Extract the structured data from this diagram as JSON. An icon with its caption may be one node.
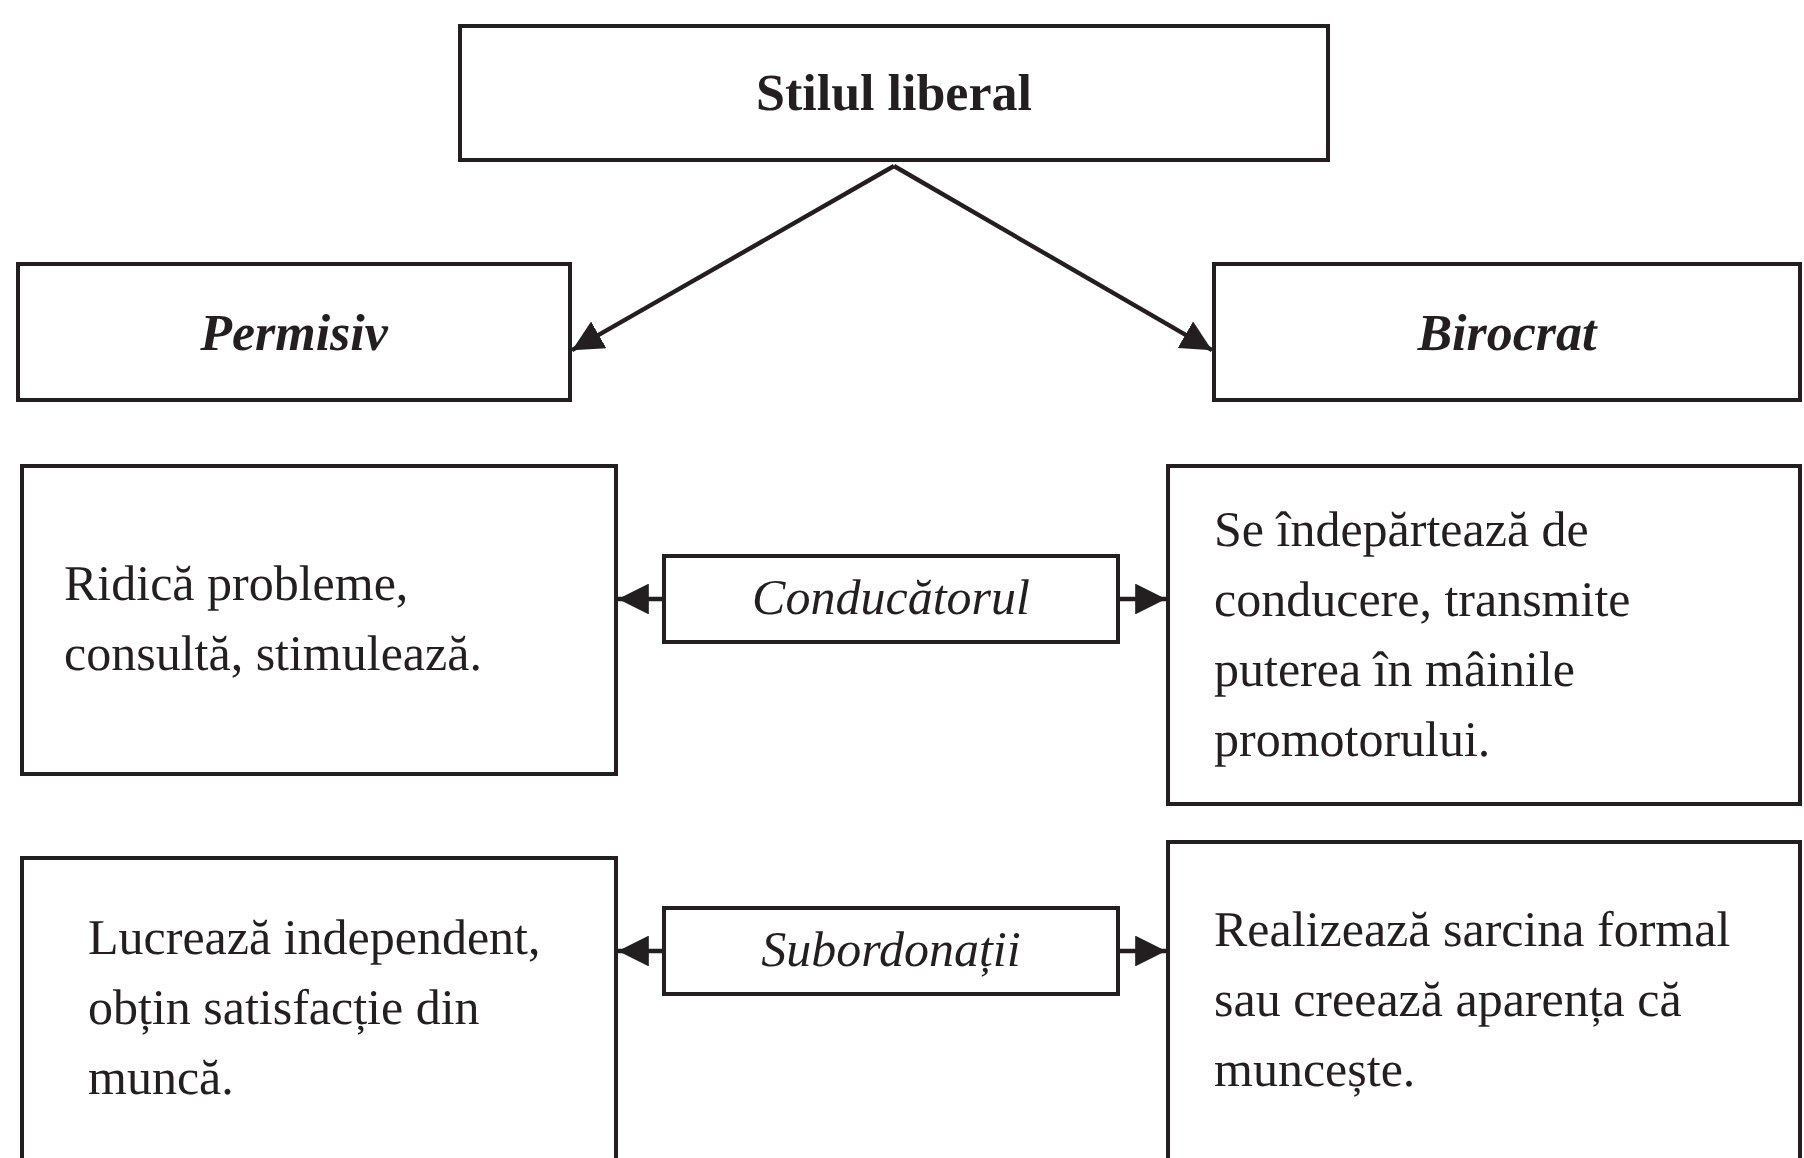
{
  "diagram": {
    "nodes": [
      {
        "text": [
          "Stilul liberal"
        ]
      },
      {
        "text": [
          "Permisiv"
        ]
      },
      {
        "text": [
          "Birocrat"
        ]
      },
      {
        "text": [
          "Ridică probleme, consultă, stimulează."
        ]
      },
      {
        "text": [
          "Conducătorul"
        ]
      },
      {
        "text": [
          "Se îndepărtează de conducere, transmite puterea în mâinile promotorului."
        ]
      },
      {
        "text": [
          "Lucrează independent, obțin satisfacție din muncă."
        ]
      },
      {
        "text": [
          "Subordonații"
        ]
      },
      {
        "text": [
          "Realizează sarcina formal sau creează aparența că muncește."
        ]
      }
    ],
    "edges": [
      {
        "from": 0,
        "to": 1,
        "arrow": "to"
      },
      {
        "from": 0,
        "to": 2,
        "arrow": "to"
      },
      {
        "from": 4,
        "to": 3,
        "arrow": "to"
      },
      {
        "from": 4,
        "to": 5,
        "arrow": "to"
      },
      {
        "from": 7,
        "to": 6,
        "arrow": "to"
      },
      {
        "from": 7,
        "to": 8,
        "arrow": "to"
      }
    ]
  }
}
